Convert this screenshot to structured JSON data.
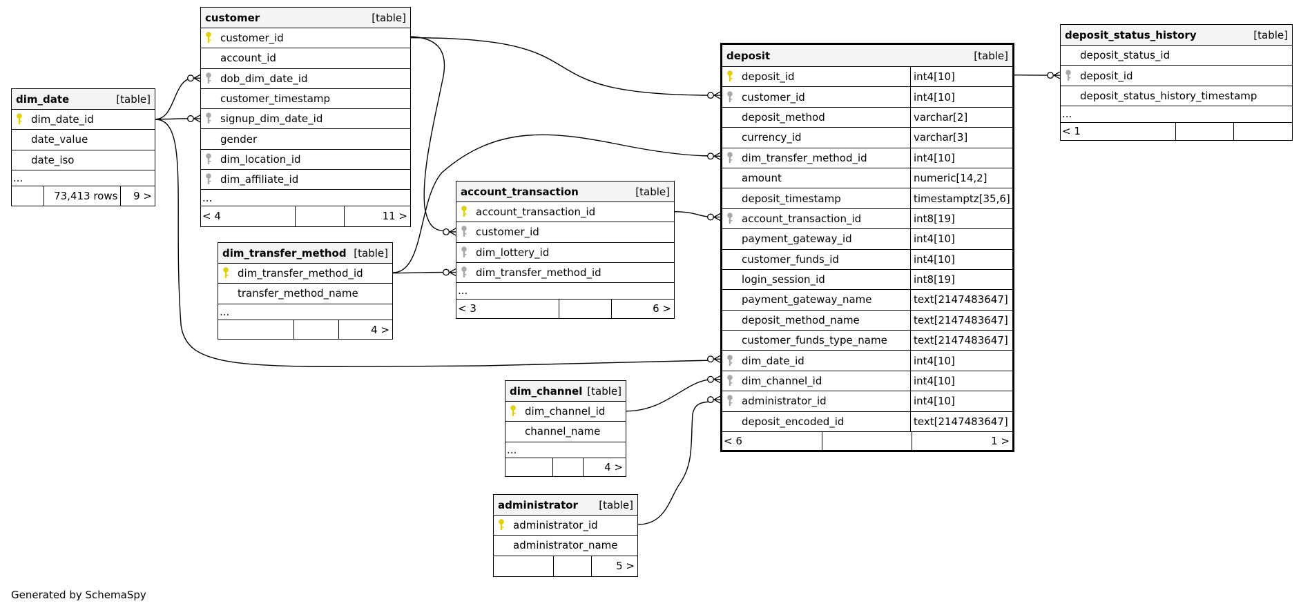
{
  "credit": "Generated by SchemaSpy",
  "colors": {
    "pk_key": "#e0d000",
    "fk_key": "#a8a8a8",
    "line": "#000000",
    "header_bg": "#f4f4f4"
  },
  "tables": [
    {
      "id": "dim_date",
      "name": "dim_date",
      "kind": "[table]",
      "columns": [
        {
          "name": "dim_date_id",
          "key": "pk"
        },
        {
          "name": "date_value",
          "key": ""
        },
        {
          "name": "date_iso",
          "key": ""
        }
      ],
      "more": "...",
      "footer": [
        "",
        "73,413 rows",
        "9 >"
      ]
    },
    {
      "id": "customer",
      "name": "customer",
      "kind": "[table]",
      "columns": [
        {
          "name": "customer_id",
          "key": "pk"
        },
        {
          "name": "account_id",
          "key": ""
        },
        {
          "name": "dob_dim_date_id",
          "key": "fk"
        },
        {
          "name": "customer_timestamp",
          "key": ""
        },
        {
          "name": "signup_dim_date_id",
          "key": "fk"
        },
        {
          "name": "gender",
          "key": ""
        },
        {
          "name": "dim_location_id",
          "key": "fk"
        },
        {
          "name": "dim_affiliate_id",
          "key": "fk"
        }
      ],
      "more": "...",
      "footer": [
        "< 4",
        "",
        "11 >"
      ]
    },
    {
      "id": "dim_transfer_method",
      "name": "dim_transfer_method",
      "kind": "[table]",
      "columns": [
        {
          "name": "dim_transfer_method_id",
          "key": "pk"
        },
        {
          "name": "transfer_method_name",
          "key": ""
        }
      ],
      "more": "...",
      "footer": [
        "",
        "",
        "4 >"
      ]
    },
    {
      "id": "account_transaction",
      "name": "account_transaction",
      "kind": "[table]",
      "columns": [
        {
          "name": "account_transaction_id",
          "key": "pk"
        },
        {
          "name": "customer_id",
          "key": "fk"
        },
        {
          "name": "dim_lottery_id",
          "key": "fk"
        },
        {
          "name": "dim_transfer_method_id",
          "key": "fk"
        }
      ],
      "more": "...",
      "footer": [
        "< 3",
        "",
        "6 >"
      ]
    },
    {
      "id": "dim_channel",
      "name": "dim_channel",
      "kind": "[table]",
      "columns": [
        {
          "name": "dim_channel_id",
          "key": "pk"
        },
        {
          "name": "channel_name",
          "key": ""
        }
      ],
      "more": "...",
      "footer": [
        "",
        "",
        "4 >"
      ]
    },
    {
      "id": "administrator",
      "name": "administrator",
      "kind": "[table]",
      "columns": [
        {
          "name": "administrator_id",
          "key": "pk"
        },
        {
          "name": "administrator_name",
          "key": ""
        }
      ],
      "more": "",
      "footer": [
        "",
        "",
        "5 >"
      ]
    },
    {
      "id": "deposit",
      "name": "deposit",
      "kind": "[table]",
      "columns": [
        {
          "name": "deposit_id",
          "key": "pk",
          "type": "int4[10]"
        },
        {
          "name": "customer_id",
          "key": "fk",
          "type": "int4[10]"
        },
        {
          "name": "deposit_method",
          "key": "",
          "type": "varchar[2]"
        },
        {
          "name": "currency_id",
          "key": "",
          "type": "varchar[3]"
        },
        {
          "name": "dim_transfer_method_id",
          "key": "fk",
          "type": "int4[10]"
        },
        {
          "name": "amount",
          "key": "",
          "type": "numeric[14,2]"
        },
        {
          "name": "deposit_timestamp",
          "key": "",
          "type": "timestamptz[35,6]"
        },
        {
          "name": "account_transaction_id",
          "key": "fk",
          "type": "int8[19]"
        },
        {
          "name": "payment_gateway_id",
          "key": "",
          "type": "int4[10]"
        },
        {
          "name": "customer_funds_id",
          "key": "",
          "type": "int4[10]"
        },
        {
          "name": "login_session_id",
          "key": "",
          "type": "int8[19]"
        },
        {
          "name": "payment_gateway_name",
          "key": "",
          "type": "text[2147483647]"
        },
        {
          "name": "deposit_method_name",
          "key": "",
          "type": "text[2147483647]"
        },
        {
          "name": "customer_funds_type_name",
          "key": "",
          "type": "text[2147483647]"
        },
        {
          "name": "dim_date_id",
          "key": "fk",
          "type": "int4[10]"
        },
        {
          "name": "dim_channel_id",
          "key": "fk",
          "type": "int4[10]"
        },
        {
          "name": "administrator_id",
          "key": "fk",
          "type": "int4[10]"
        },
        {
          "name": "deposit_encoded_id",
          "key": "",
          "type": "text[2147483647]"
        }
      ],
      "more": "",
      "footer": [
        "< 6",
        "",
        "1 >"
      ]
    },
    {
      "id": "deposit_status_history",
      "name": "deposit_status_history",
      "kind": "[table]",
      "columns": [
        {
          "name": "deposit_status_id",
          "key": ""
        },
        {
          "name": "deposit_id",
          "key": "fk"
        },
        {
          "name": "deposit_status_history_timestamp",
          "key": ""
        }
      ],
      "more": "...",
      "footer": [
        "< 1",
        "",
        ""
      ]
    }
  ],
  "relationships": [
    {
      "from": "dim_date.dim_date_id",
      "to": "customer.dob_dim_date_id"
    },
    {
      "from": "dim_date.dim_date_id",
      "to": "customer.signup_dim_date_id"
    },
    {
      "from": "dim_date.dim_date_id",
      "to": "deposit.dim_date_id"
    },
    {
      "from": "customer.customer_id",
      "to": "deposit.customer_id"
    },
    {
      "from": "customer.customer_id",
      "to": "account_transaction.customer_id"
    },
    {
      "from": "dim_transfer_method.dim_transfer_method_id",
      "to": "deposit.dim_transfer_method_id"
    },
    {
      "from": "dim_transfer_method.dim_transfer_method_id",
      "to": "account_transaction.dim_transfer_method_id"
    },
    {
      "from": "account_transaction.account_transaction_id",
      "to": "deposit.account_transaction_id"
    },
    {
      "from": "dim_channel.dim_channel_id",
      "to": "deposit.dim_channel_id"
    },
    {
      "from": "administrator.administrator_id",
      "to": "deposit.administrator_id"
    },
    {
      "from": "deposit.deposit_id",
      "to": "deposit_status_history.deposit_id"
    }
  ]
}
